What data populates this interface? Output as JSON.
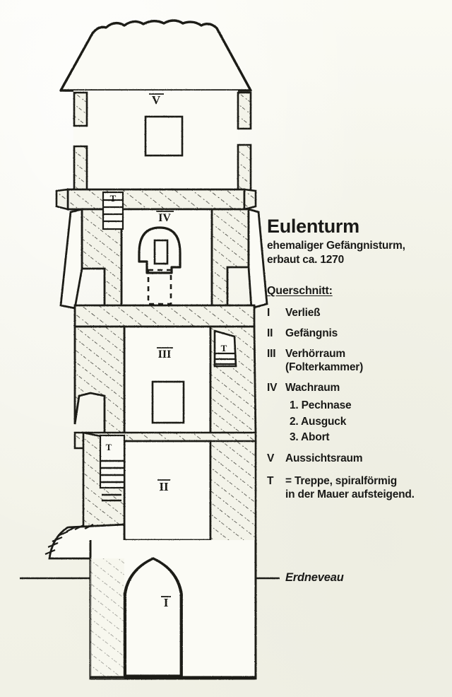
{
  "title": "Eulenturm",
  "subtitle_line1": "ehemaliger Gefängnisturm,",
  "subtitle_line2": "erbaut ca. 1270",
  "section_heading": "Querschnitt:",
  "legend": [
    {
      "num": "I",
      "text": "Verließ",
      "cont": ""
    },
    {
      "num": "II",
      "text": "Gefängnis",
      "cont": ""
    },
    {
      "num": "III",
      "text": "Verhörraum",
      "cont": "(Folterkammer)"
    },
    {
      "num": "IV",
      "text": "Wachraum",
      "cont": ""
    }
  ],
  "sub_items": [
    "1. Pechnase",
    "2. Ausguck",
    "3. Abort"
  ],
  "legend_after": [
    {
      "num": "V",
      "text": "Aussichtsraum",
      "cont": ""
    }
  ],
  "stair_legend": {
    "num": "T",
    "line1": "= Treppe, spiralförmig",
    "line2": "in der Mauer aufsteigend."
  },
  "ground_label": "Erdneveau",
  "drawing_labels": {
    "level5": "V",
    "level4": "IV",
    "level3": "III",
    "level2": "II",
    "level1": "I",
    "stair_top": "T",
    "stair_mid_right": "T",
    "stair_mid_left": "T"
  },
  "colors": {
    "paper": "#f5f5ed",
    "ink": "#1a1a18",
    "hatch": "#33332e"
  }
}
